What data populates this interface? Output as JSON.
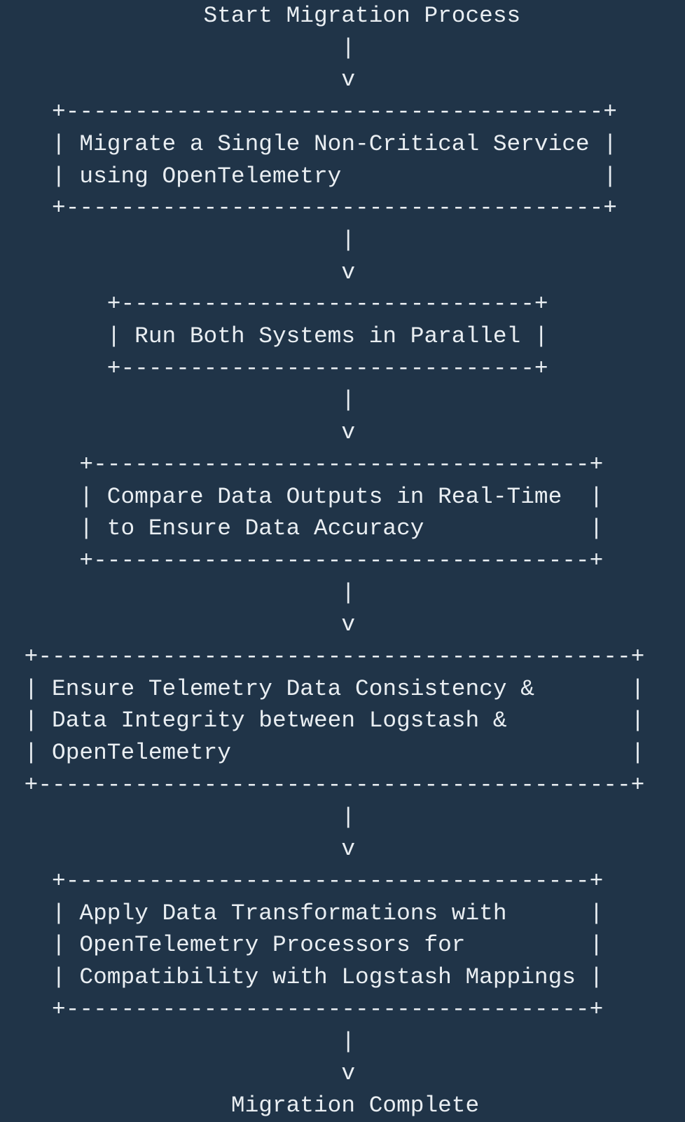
{
  "colors": {
    "background": "#203448",
    "text": "#e9eef2"
  },
  "flow": {
    "type": "ascii-flowchart",
    "nodes": [
      "Start Migration Process",
      "Migrate a Single Non-Critical Service using OpenTelemetry",
      "Run Both Systems in Parallel",
      "Compare Data Outputs in Real-Time to Ensure Data Accuracy",
      "Ensure Telemetry Data Consistency & Data Integrity between Logstash & OpenTelemetry",
      "Apply Data Transformations with OpenTelemetry Processors for Compatibility with Logstash Mappings",
      "Migration Complete"
    ],
    "lines": [
      "              Start Migration Process",
      "                        |",
      "                        v",
      "   +---------------------------------------+",
      "   | Migrate a Single Non-Critical Service |",
      "   | using OpenTelemetry                   |",
      "   +---------------------------------------+",
      "                        |",
      "                        v",
      "       +------------------------------+",
      "       | Run Both Systems in Parallel |",
      "       +------------------------------+",
      "                        |",
      "                        v",
      "     +------------------------------------+",
      "     | Compare Data Outputs in Real-Time  |",
      "     | to Ensure Data Accuracy            |",
      "     +------------------------------------+",
      "                        |",
      "                        v",
      " +-------------------------------------------+",
      " | Ensure Telemetry Data Consistency &       |",
      " | Data Integrity between Logstash &         |",
      " | OpenTelemetry                             |",
      " +-------------------------------------------+",
      "                        |",
      "                        v",
      "   +--------------------------------------+",
      "   | Apply Data Transformations with      |",
      "   | OpenTelemetry Processors for         |",
      "   | Compatibility with Logstash Mappings |",
      "   +--------------------------------------+",
      "                        |",
      "                        v",
      "                Migration Complete"
    ]
  }
}
